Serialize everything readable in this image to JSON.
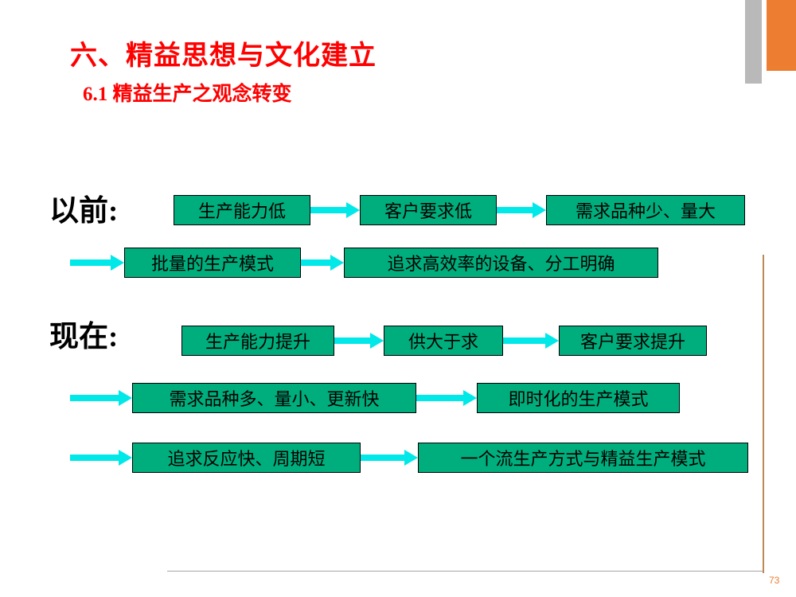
{
  "slide": {
    "title": "六、精益思想与文化建立",
    "subtitle": "6.1  精益生产之观念转变",
    "page_number": "73"
  },
  "colors": {
    "title_red": "#ff0000",
    "box_green": "#00ae7d",
    "arrow_cyan": "#00e8e8",
    "accent_orange": "#ed7d31",
    "accent_gray": "#b9b9b9"
  },
  "before": {
    "label": "以前:",
    "rows": [
      {
        "items": [
          "生产能力低",
          "客户要求低",
          "需求品种少、量大"
        ]
      },
      {
        "items": [
          "批量的生产模式",
          "追求高效率的设备、分工明确"
        ]
      }
    ]
  },
  "now": {
    "label": "现在:",
    "rows": [
      {
        "items": [
          "生产能力提升",
          "供大于求",
          "客户要求提升"
        ]
      },
      {
        "items": [
          "需求品种多、量小、更新快",
          "即时化的生产模式"
        ]
      },
      {
        "items": [
          "追求反应快、周期短",
          "一个流生产方式与精益生产模式"
        ]
      }
    ]
  }
}
